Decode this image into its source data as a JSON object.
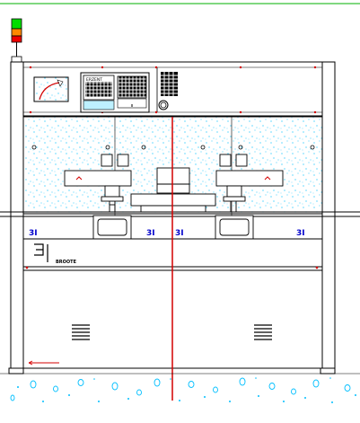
{
  "panel": {
    "display_label": "ERZENT"
  },
  "brand": {
    "base_plate_label": "BROOTE",
    "plate_marks": [
      "3I",
      "3I",
      "3I",
      "3I"
    ]
  },
  "colors": {
    "line": "#000000",
    "accent": "#d40000",
    "speckle": "#00bfff",
    "top_rule": "#00b000",
    "signal_green": "#00dd00",
    "signal_orange": "#ff8800",
    "signal_red": "#ee0000"
  }
}
